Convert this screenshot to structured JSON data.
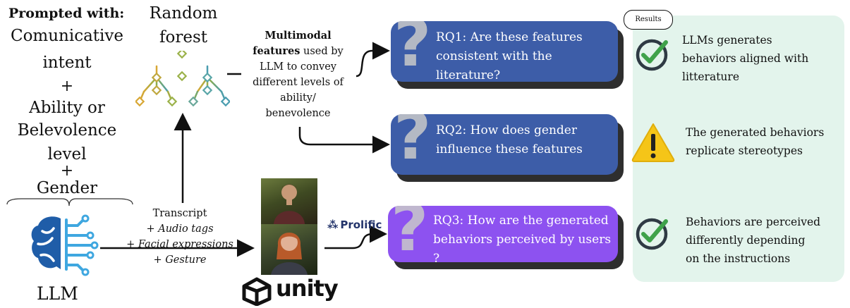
{
  "prompt": {
    "heading": "Prompted with:",
    "line1": "Comunicative",
    "line2": "intent",
    "plus1": "+",
    "line3": "Ability or",
    "line4": "Belevolence",
    "line5": "level",
    "plus2": "+",
    "line6": "Gender"
  },
  "llm": {
    "label": "LLM",
    "icon": "brain-circuit-icon"
  },
  "random_forest": {
    "title_line1": "Random",
    "title_line2": "forest",
    "icon": "decision-tree-icon"
  },
  "multimodal": {
    "bold_line1": "Multimodal",
    "bold_word": "features",
    "rest_line2": " used by",
    "line3": "LLM to convey",
    "line4": "different levels of",
    "line5": "ability/",
    "line6": "benevolence"
  },
  "transcript": {
    "line1": "Transcript",
    "line2": "+ Audio tags",
    "line3": "+ Facial expressions",
    "line4": "+ Gesture"
  },
  "unity": {
    "label": "unity",
    "icon": "unity-logo-icon"
  },
  "prolific": {
    "label": "Prolific",
    "icon": "prolific-logo-icon"
  },
  "research_questions": {
    "rq1_line1": "RQ1: Are these features",
    "rq1_line2": "consistent with the literature?",
    "rq2_line1": "RQ2: How does gender",
    "rq2_line2": "influence these features",
    "rq3_line1": "RQ3: How  are the generated",
    "rq3_line2": "behaviors perceived by users ?",
    "question_glyph": "?",
    "colors": {
      "rq1": "#3d5da8",
      "rq2": "#3d5da8",
      "rq3": "#8d52f0"
    }
  },
  "results": {
    "tag": "Results",
    "panel_color": "#e3f4ec",
    "r1_line1": "LLMs generates",
    "r1_line2": "behaviors aligned with",
    "r1_line3": "litterature",
    "r1_icon": "check-circle-icon",
    "r2_line1": "The generated behaviors",
    "r2_line2": "replicate stereotypes",
    "r2_icon": "warning-triangle-icon",
    "r3_line1": "Behaviors are perceived",
    "r3_line2": "differently depending",
    "r3_line3": "on the instructions",
    "r3_icon": "check-circle-icon"
  }
}
